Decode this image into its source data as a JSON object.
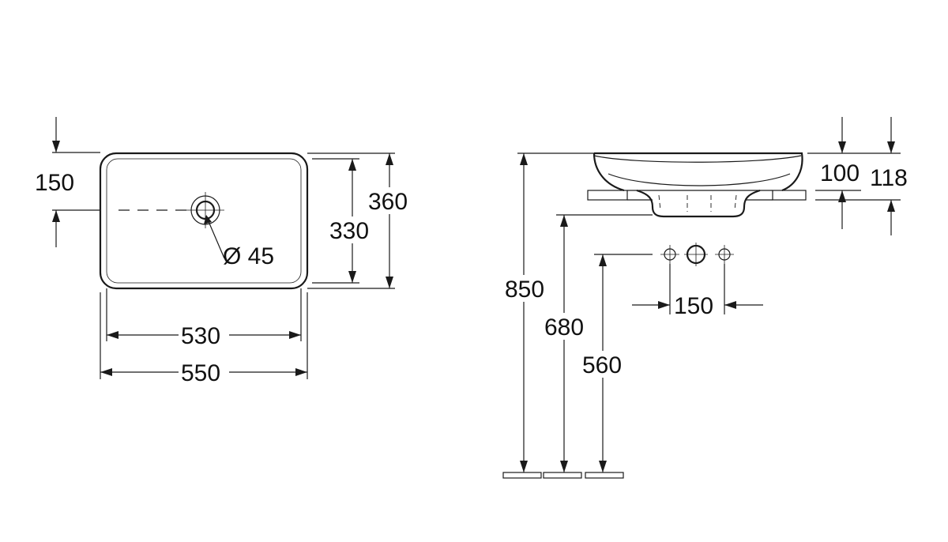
{
  "top_view": {
    "overall_width": "550",
    "inner_width": "530",
    "overall_depth": "360",
    "inner_depth": "330",
    "tap_hole_offset": "150",
    "tap_hole_diameter": "Ø 45"
  },
  "side_view": {
    "overall_height": "118",
    "basin_height": "100",
    "mounting_height": "850",
    "drain_height": "680",
    "tap_height": "560",
    "tap_spacing": "150"
  }
}
